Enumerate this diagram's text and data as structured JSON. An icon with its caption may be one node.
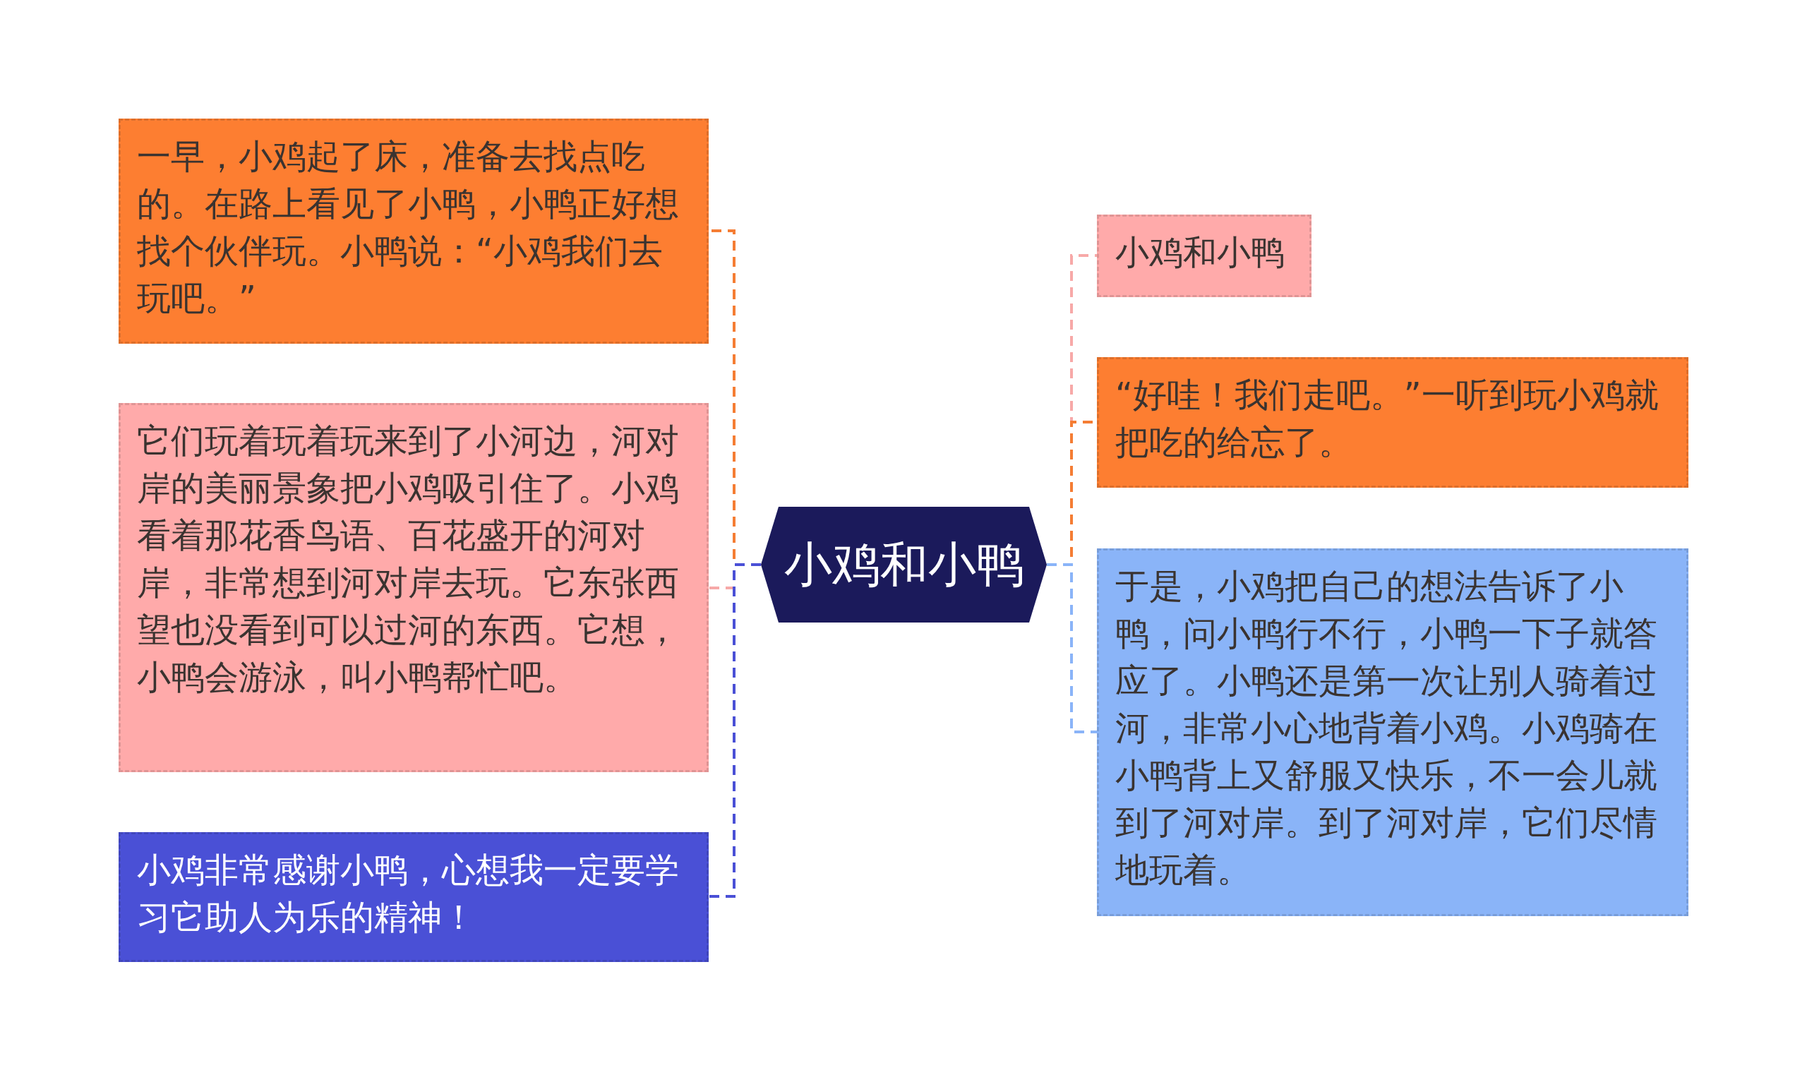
{
  "diagram": {
    "nodes": [
      {
        "text": [
          "小鸡和小鸭"
        ]
      },
      {
        "text": [
          "一早，小鸡起了床，准备去找点吃的。在路上看见了小鸭，小鸭正好想找个伙伴玩。小鸭说：“小鸡我们去玩吧。”"
        ]
      },
      {
        "text": [
          "它们玩着玩着玩来到了小河边，河对岸的美丽景象把小鸡吸引住了。小鸡看着那花香鸟语、百花盛开的河对岸，非常想到河对岸去玩。它东张西望也没看到可以过河的东西。它想，小鸭会游泳，叫小鸭帮忙吧。"
        ]
      },
      {
        "text": [
          "小鸡非常感谢小鸭，心想我一定要学习它助人为乐的精神！"
        ]
      },
      {
        "text": [
          "小鸡和小鸭"
        ]
      },
      {
        "text": [
          "“好哇！我们走吧。”一听到玩小鸡就把吃的给忘了。"
        ]
      },
      {
        "text": [
          "于是，小鸡把自己的想法告诉了小鸭，问小鸭行不行，小鸭一下子就答应了。小鸭还是第一次让别人骑着过河，非常小心地背着小鸡。小鸡骑在小鸭背上又舒服又快乐，不一会儿就到了河对岸。到了河对岸，它们尽情地玩着。"
        ]
      }
    ],
    "edges": [
      {
        "from": 0,
        "to": 1,
        "arrow": "none",
        "color": "#f57d34"
      },
      {
        "from": 0,
        "to": 2,
        "arrow": "none",
        "color": "#f7a9a8"
      },
      {
        "from": 0,
        "to": 3,
        "arrow": "none",
        "color": "#4a50d6"
      },
      {
        "from": 0,
        "to": 4,
        "arrow": "none",
        "color": "#f7a9a8"
      },
      {
        "from": 0,
        "to": 5,
        "arrow": "none",
        "color": "#f57d34"
      },
      {
        "from": 0,
        "to": 6,
        "arrow": "none",
        "color": "#8ab4f8"
      }
    ]
  }
}
